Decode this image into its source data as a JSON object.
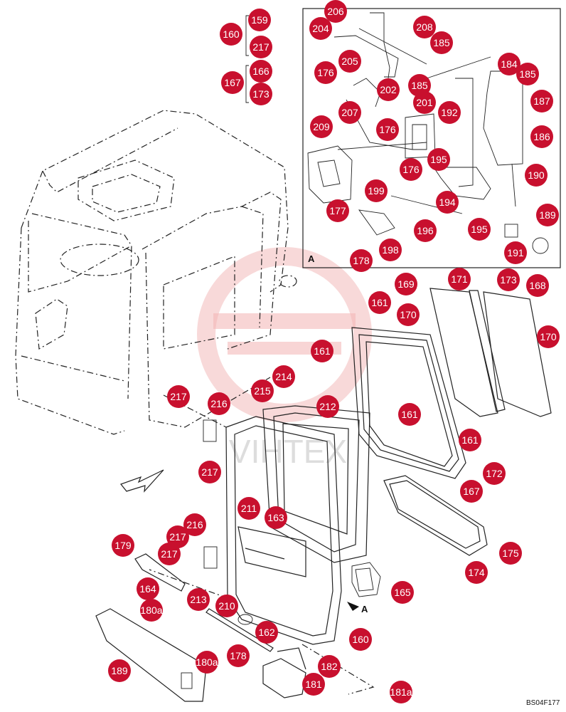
{
  "diagram": {
    "drawing_code": "BS04F177",
    "detail_letter": "A",
    "view_letter": "A",
    "watermark_text": "VIHTEX",
    "accent_color": "#c8102e",
    "labels": [
      "159",
      "160",
      "217",
      "166",
      "167",
      "173",
      "206",
      "204",
      "208",
      "185",
      "176",
      "205",
      "202",
      "201",
      "185",
      "184",
      "185",
      "187",
      "192",
      "207",
      "176",
      "209",
      "186",
      "195",
      "176",
      "190",
      "199",
      "194",
      "177",
      "195",
      "196",
      "189",
      "198",
      "191",
      "178",
      "169",
      "171",
      "173",
      "168",
      "161",
      "170",
      "170",
      "161",
      "215",
      "214",
      "217",
      "216",
      "212",
      "161",
      "161",
      "172",
      "217",
      "167",
      "211",
      "163",
      "216",
      "217",
      "179",
      "217",
      "175",
      "174",
      "164",
      "165",
      "213",
      "210",
      "180a",
      "162",
      "160",
      "178",
      "180a",
      "182",
      "189",
      "181",
      "181a"
    ]
  }
}
